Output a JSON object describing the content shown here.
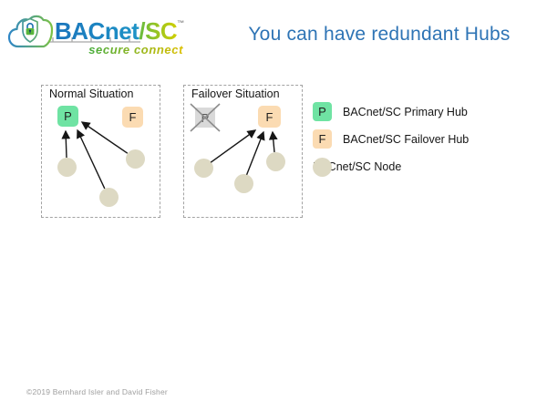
{
  "logo": {
    "brand": "BACnet",
    "suffix": "/SC",
    "trademark": "™",
    "tagline": "secure connect",
    "icon": "cloud-shield-lock-icon"
  },
  "title": "You can have redundant Hubs",
  "diagrams": {
    "normal": {
      "label": "Normal Situation",
      "primary_hub": "P",
      "failover_hub": "F",
      "node_count": 3,
      "arrows_point_to": "P"
    },
    "failover": {
      "label": "Failover Situation",
      "primary_hub": "P",
      "primary_hub_state": "failed (crossed out)",
      "failover_hub": "F",
      "node_count": 3,
      "arrows_point_to": "F"
    }
  },
  "legend": {
    "items": [
      {
        "symbol": "P",
        "label": "BACnet/SC Primary Hub"
      },
      {
        "symbol": "F",
        "label": "BACnet/SC Failover Hub"
      },
      {
        "symbol": "",
        "label": "BACnet/SC Node"
      }
    ]
  },
  "footer": {
    "copyright": "©2019 Bernhard Isler and David Fisher"
  },
  "colors": {
    "title_blue": "#2E74B5",
    "primary_hub_green": "#6FE3A3",
    "failover_hub_peach": "#FBDBB2",
    "node_beige": "#DDD9C3",
    "failed_hub_gray": "#D9D9D9",
    "cross_gray": "#8C8C8C",
    "logo_blue": "#1B75BC",
    "logo_green": "#5BB947",
    "logo_yellow": "#D5D000"
  }
}
